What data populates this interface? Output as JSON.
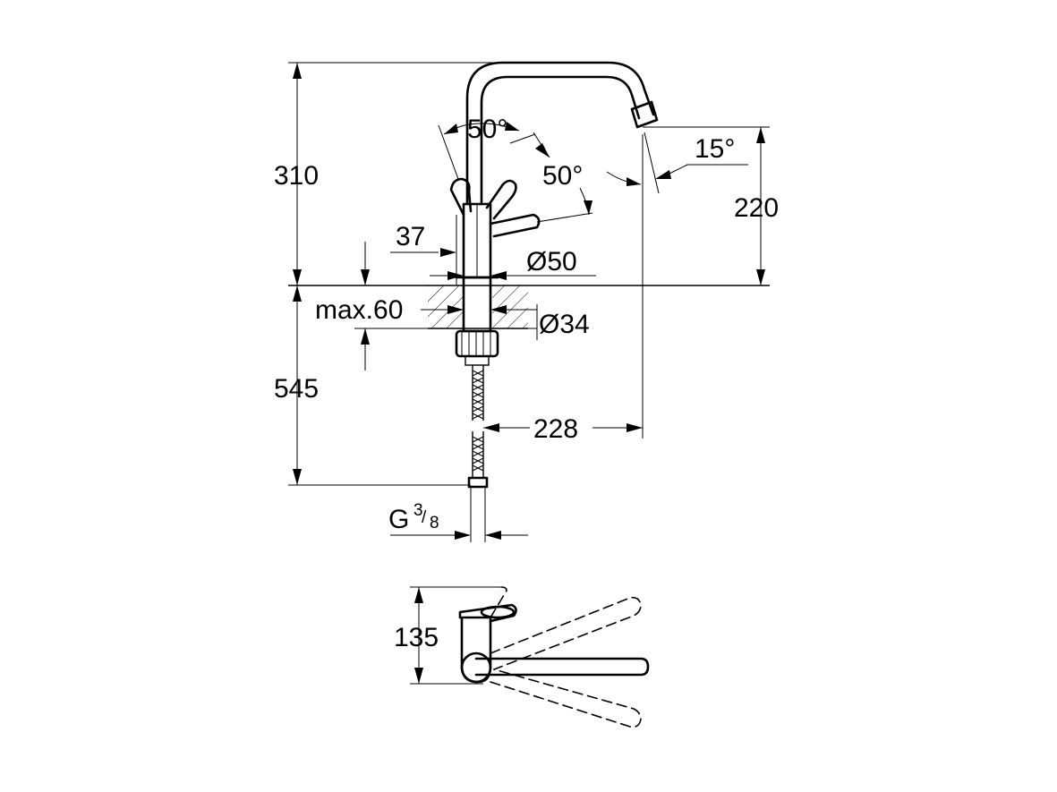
{
  "dimensions": {
    "total_height": "310",
    "spout_height": "220",
    "below_counter": "545",
    "reach": "228",
    "lever_offset": "37",
    "body_diameter": "Ø50",
    "hole_diameter": "Ø34",
    "max_counter": "max.60",
    "top_view_width": "135"
  },
  "angles": {
    "lever_up": "50°",
    "lever_side": "50°",
    "spout_tilt": "15°"
  },
  "connection": {
    "thread_prefix": "G",
    "thread_num": "3",
    "thread_den": "8"
  }
}
